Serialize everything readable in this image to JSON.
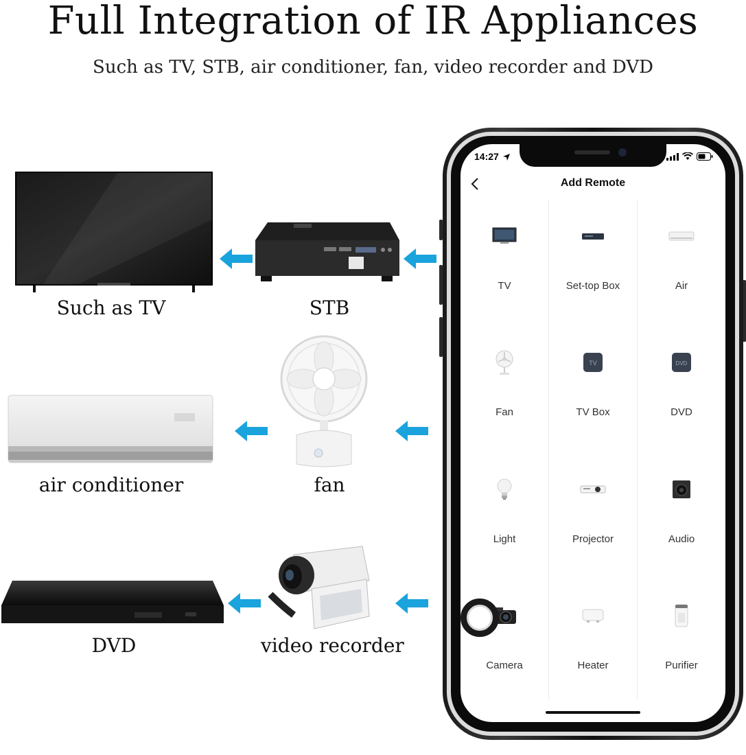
{
  "header": {
    "title": "Full Integration of IR Appliances",
    "subtitle": "Such as TV, STB, air conditioner, fan, video recorder and DVD"
  },
  "devices": {
    "tv": "Such as TV",
    "stb": "STB",
    "ac": "air conditioner",
    "fan": "fan",
    "dvd": "DVD",
    "recorder": "video recorder"
  },
  "phone": {
    "status_time": "14:27",
    "screen_title": "Add Remote",
    "remotes": [
      {
        "label": "TV",
        "icon": "tv-icon"
      },
      {
        "label": "Set-top Box",
        "icon": "set-top-box-icon"
      },
      {
        "label": "Air",
        "icon": "air-conditioner-icon"
      },
      {
        "label": "Fan",
        "icon": "fan-icon"
      },
      {
        "label": "TV Box",
        "icon": "tv-box-icon"
      },
      {
        "label": "DVD",
        "icon": "dvd-icon"
      },
      {
        "label": "Light",
        "icon": "light-bulb-icon"
      },
      {
        "label": "Projector",
        "icon": "projector-icon"
      },
      {
        "label": "Audio",
        "icon": "speaker-icon"
      },
      {
        "label": "Camera",
        "icon": "camera-icon"
      },
      {
        "label": "Heater",
        "icon": "heater-icon"
      },
      {
        "label": "Purifier",
        "icon": "purifier-icon"
      }
    ],
    "tv_box_badge": "TV",
    "dvd_badge": "DVD"
  },
  "colors": {
    "arrow": "#1aa3dc",
    "phone_frame": "#1b1b1b",
    "text": "#111111"
  }
}
